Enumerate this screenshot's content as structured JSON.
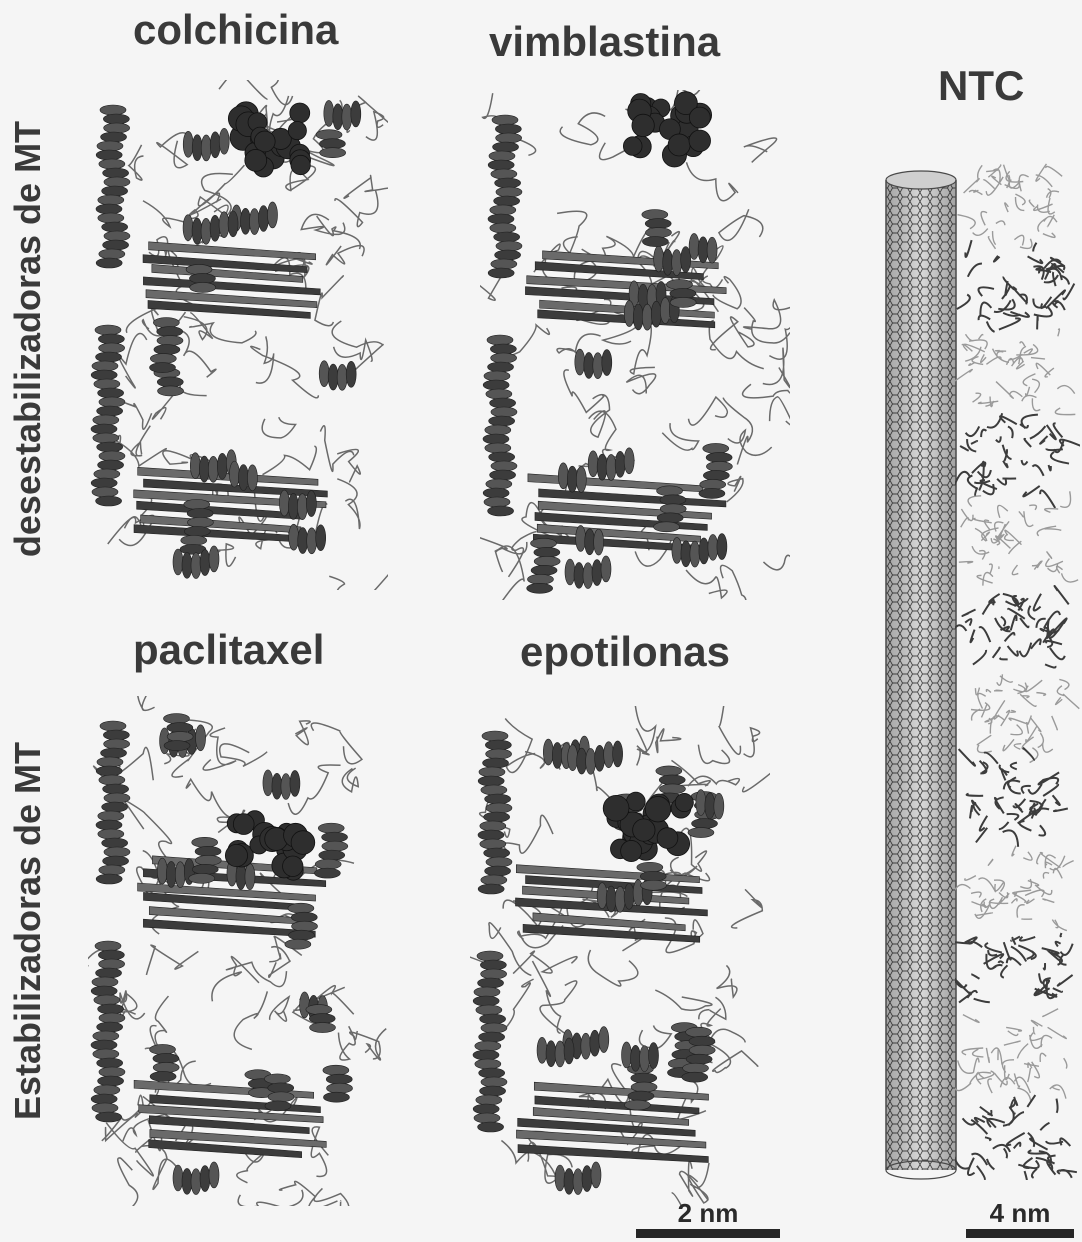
{
  "rows": {
    "top": "desestabilizadoras de MT",
    "bottom": "Estabilizadoras de MT"
  },
  "titles": {
    "colchicina": "colchicina",
    "vimblastina": "vimblastina",
    "ntc": "NTC",
    "paclitaxel": "paclitaxel",
    "epotilonas": "epotilonas"
  },
  "scalebars": {
    "proteins": "2 nm",
    "ntc": "4 nm"
  },
  "colors": {
    "dark_protein": "#3c3c3c",
    "mid_protein": "#6a6a6a",
    "light_protein": "#9a9a9a",
    "ligand": "#2e2e2e",
    "background": "#f5f5f5"
  }
}
